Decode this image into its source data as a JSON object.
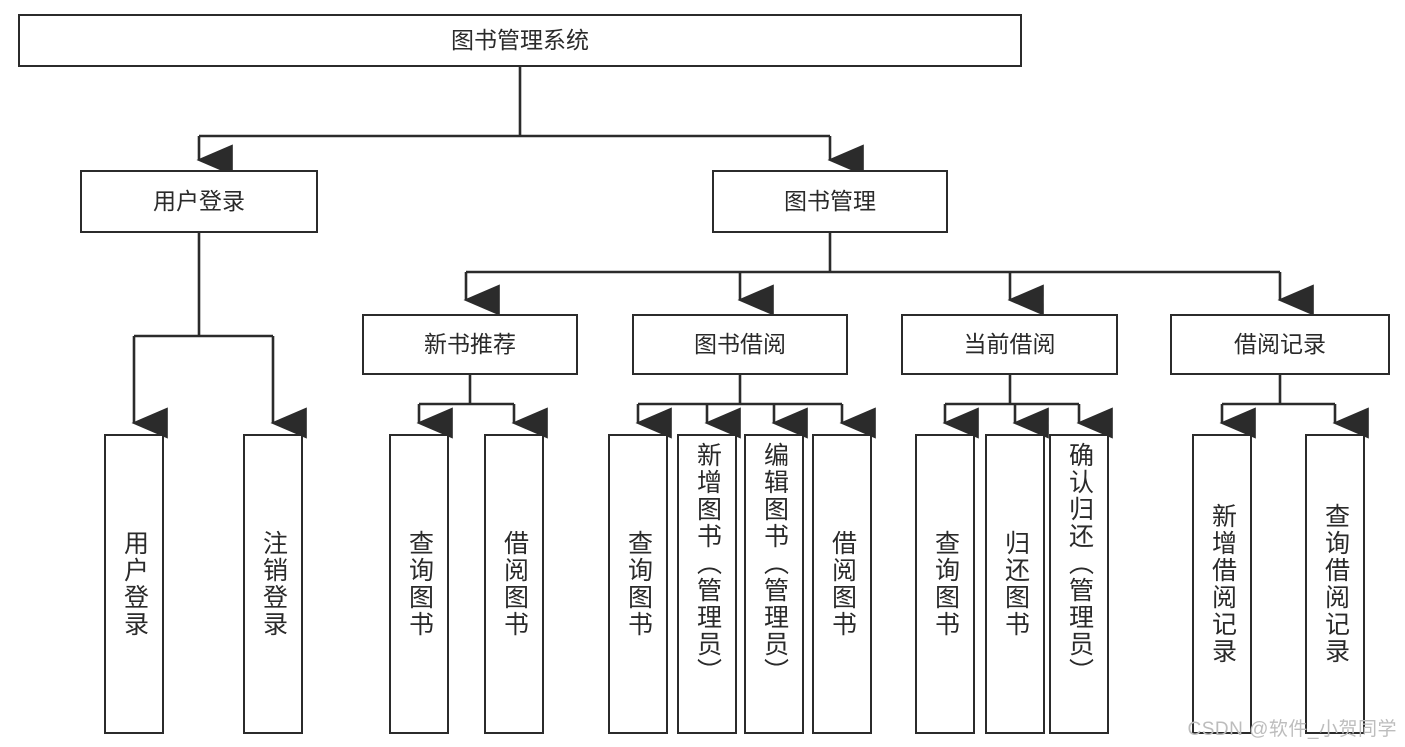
{
  "diagram": {
    "title": "图书管理系统",
    "type": "tree",
    "watermark": "CSDN @软件_小贺同学",
    "stroke_color": "#2b2b2b",
    "text_color": "#2a2a2a",
    "background": "#ffffff",
    "nodes": {
      "root": {
        "label": "图书管理系统"
      },
      "level2": [
        {
          "label": "用户登录"
        },
        {
          "label": "图书管理"
        }
      ],
      "level3": [
        {
          "label": "新书推荐"
        },
        {
          "label": "图书借阅"
        },
        {
          "label": "当前借阅"
        },
        {
          "label": "借阅记录"
        }
      ],
      "leaves": {
        "user_login": [
          {
            "label": "用户登录"
          },
          {
            "label": "注销登录"
          }
        ],
        "new_book": [
          {
            "label": "查询图书"
          },
          {
            "label": "借阅图书"
          }
        ],
        "book_borrow": [
          {
            "label": "查询图书"
          },
          {
            "label": "新增图书（管理员）"
          },
          {
            "label": "编辑图书（管理员）"
          },
          {
            "label": "借阅图书"
          }
        ],
        "current_borrow": [
          {
            "label": "查询图书"
          },
          {
            "label": "归还图书"
          },
          {
            "label": "确认归还（管理员）"
          }
        ],
        "borrow_record": [
          {
            "label": "新增借阅记录"
          },
          {
            "label": "查询借阅记录"
          }
        ]
      }
    }
  }
}
